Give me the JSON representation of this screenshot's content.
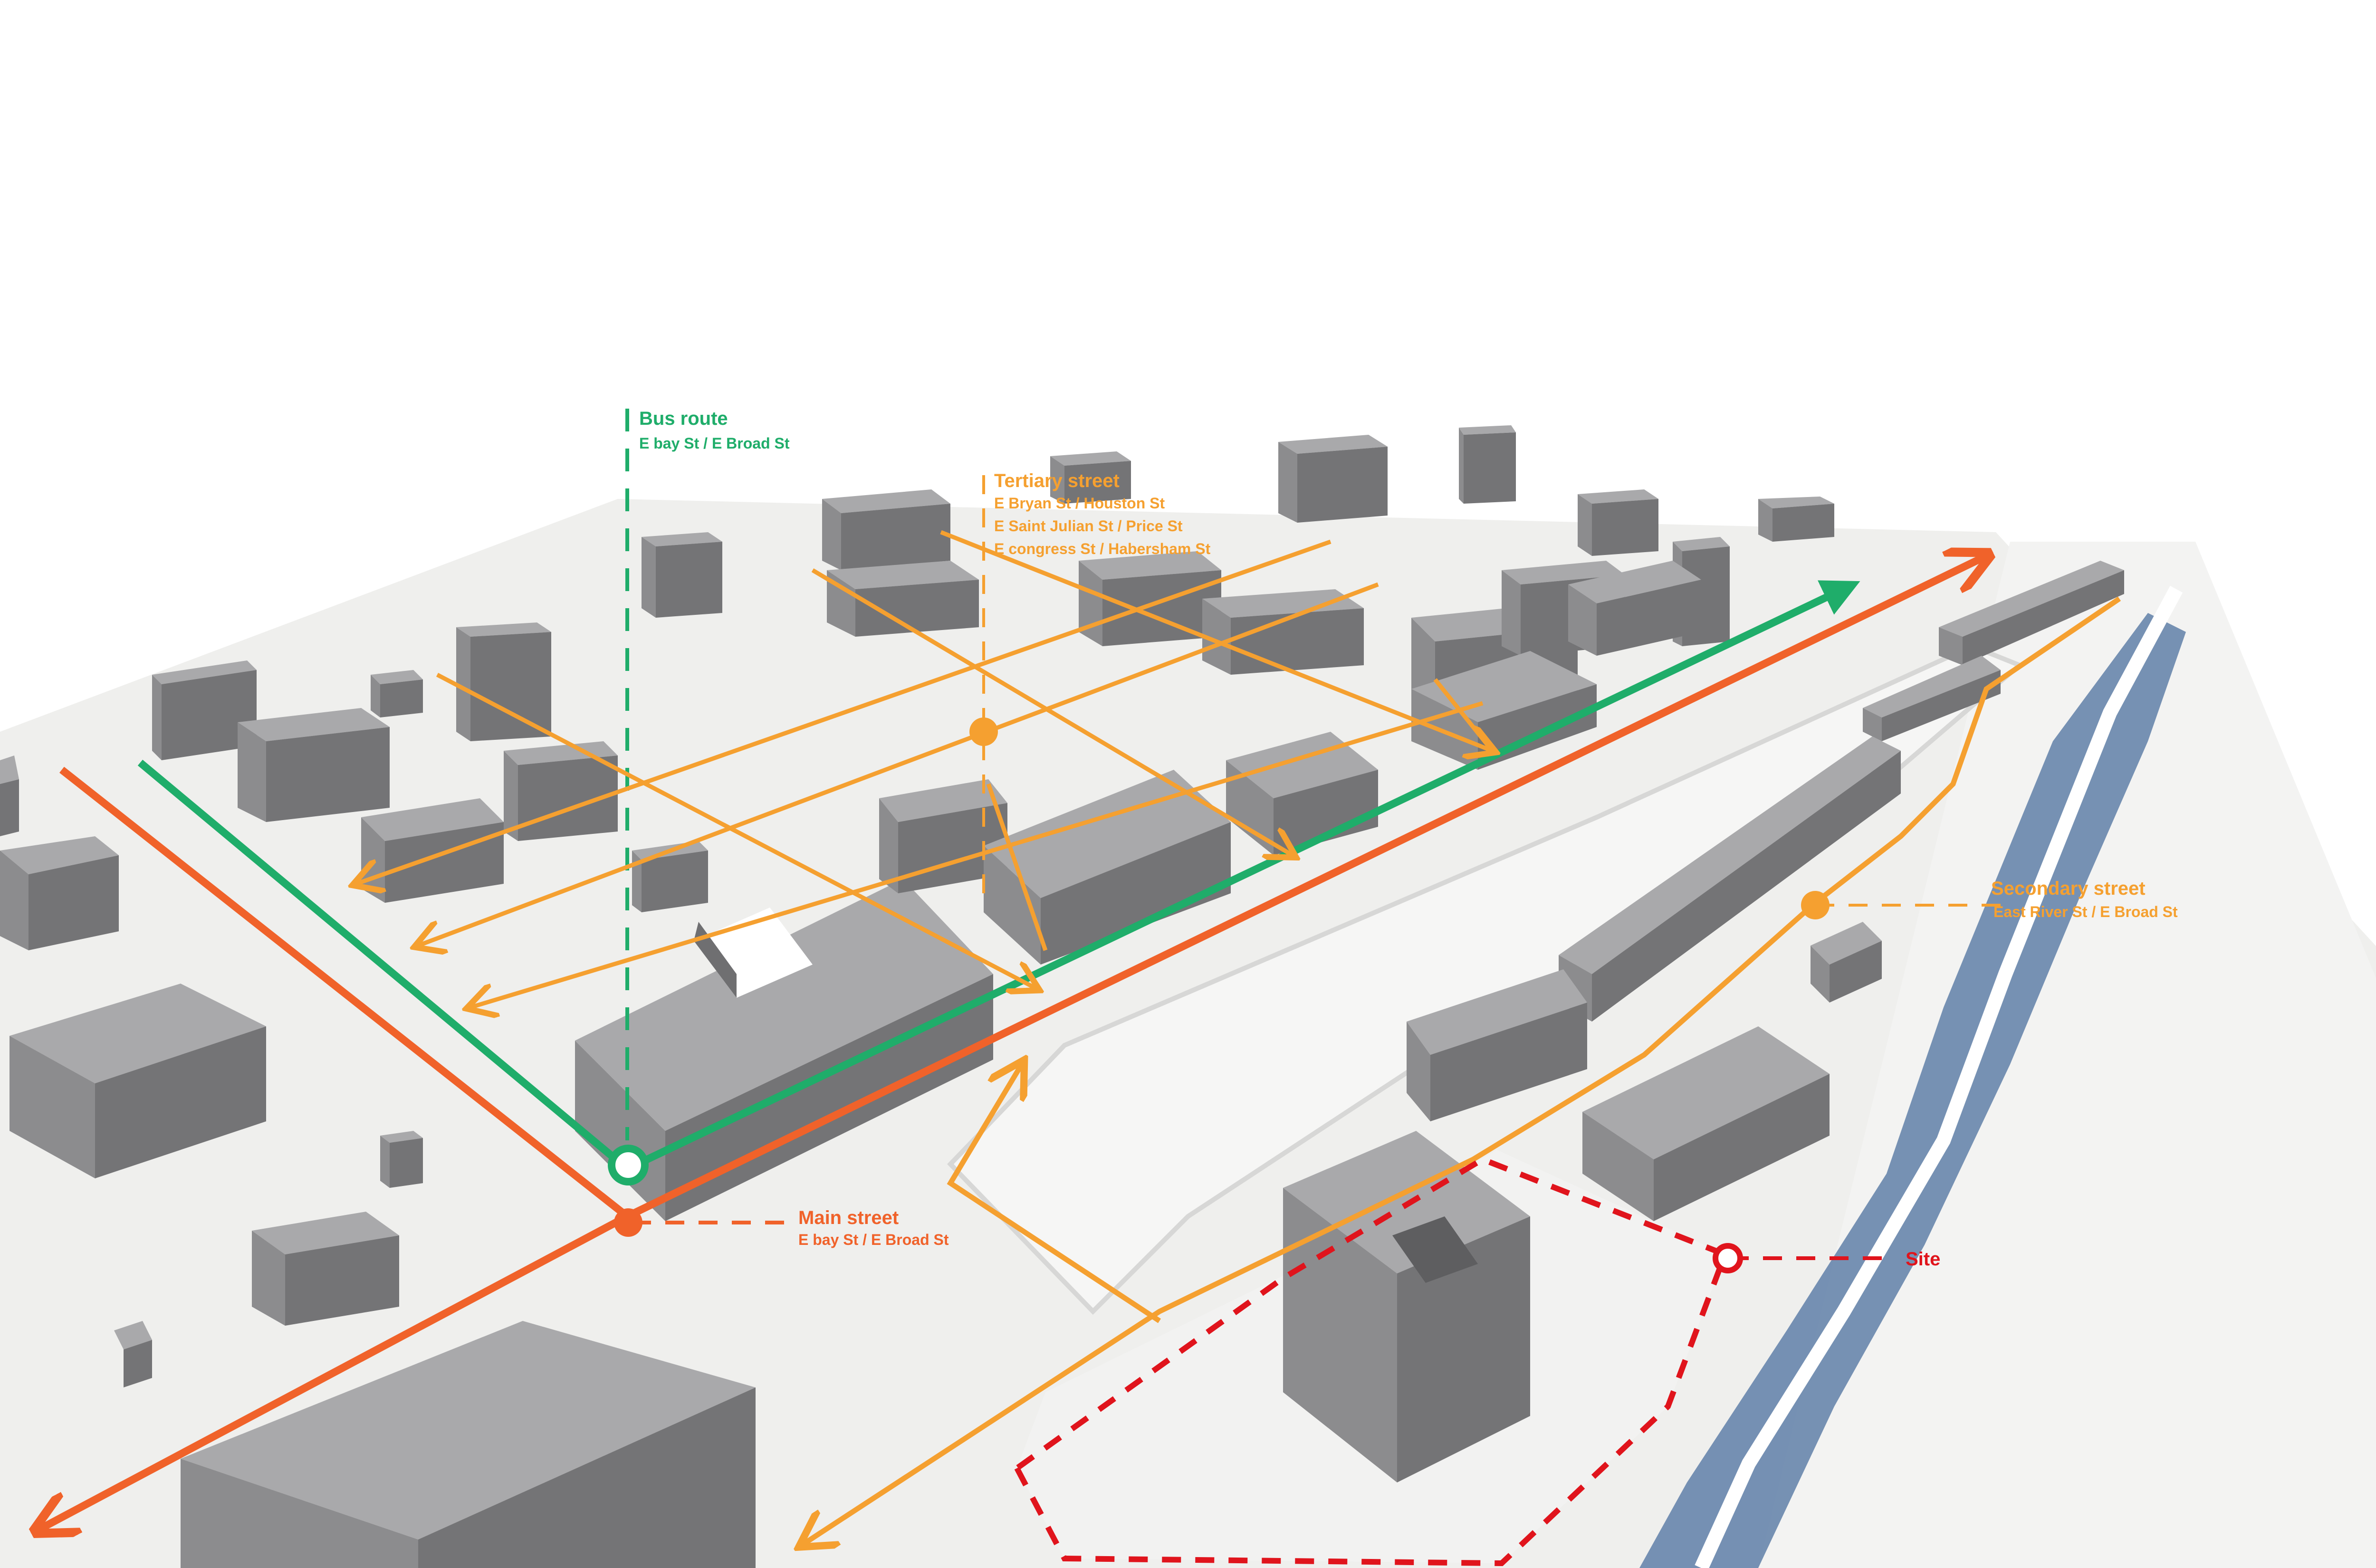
{
  "colors": {
    "main_street": "#f0622a",
    "tertiary_street": "#f5a030",
    "secondary_street": "#f5a030",
    "bus_route": "#1fad6a",
    "site": "#e0141c",
    "building_top": "#a9a9ab",
    "building_left": "#8c8c8e",
    "building_right": "#747476",
    "ground": "#efefed",
    "shadow": "#4f6f9a"
  },
  "labels": {
    "bus_route": {
      "title": "Bus route",
      "subtitle": "E bay St / E Broad St"
    },
    "tertiary_street": {
      "title": "Tertiary street",
      "lines": [
        "E Bryan St / Houston St",
        "E Saint Julian St / Price St",
        "E congress St / Habersham St"
      ]
    },
    "secondary_street": {
      "title": "Secondary street",
      "subtitle": "East River St / E Broad St"
    },
    "main_street": {
      "title": "Main street",
      "subtitle": "E bay St / E Broad St"
    },
    "site": {
      "title": "Site"
    }
  },
  "icons": {
    "bus_stop": "open-circle-marker-icon",
    "street_node": "filled-circle-marker-icon",
    "site_marker": "ring-marker-icon",
    "direction": "arrowhead-icon"
  }
}
